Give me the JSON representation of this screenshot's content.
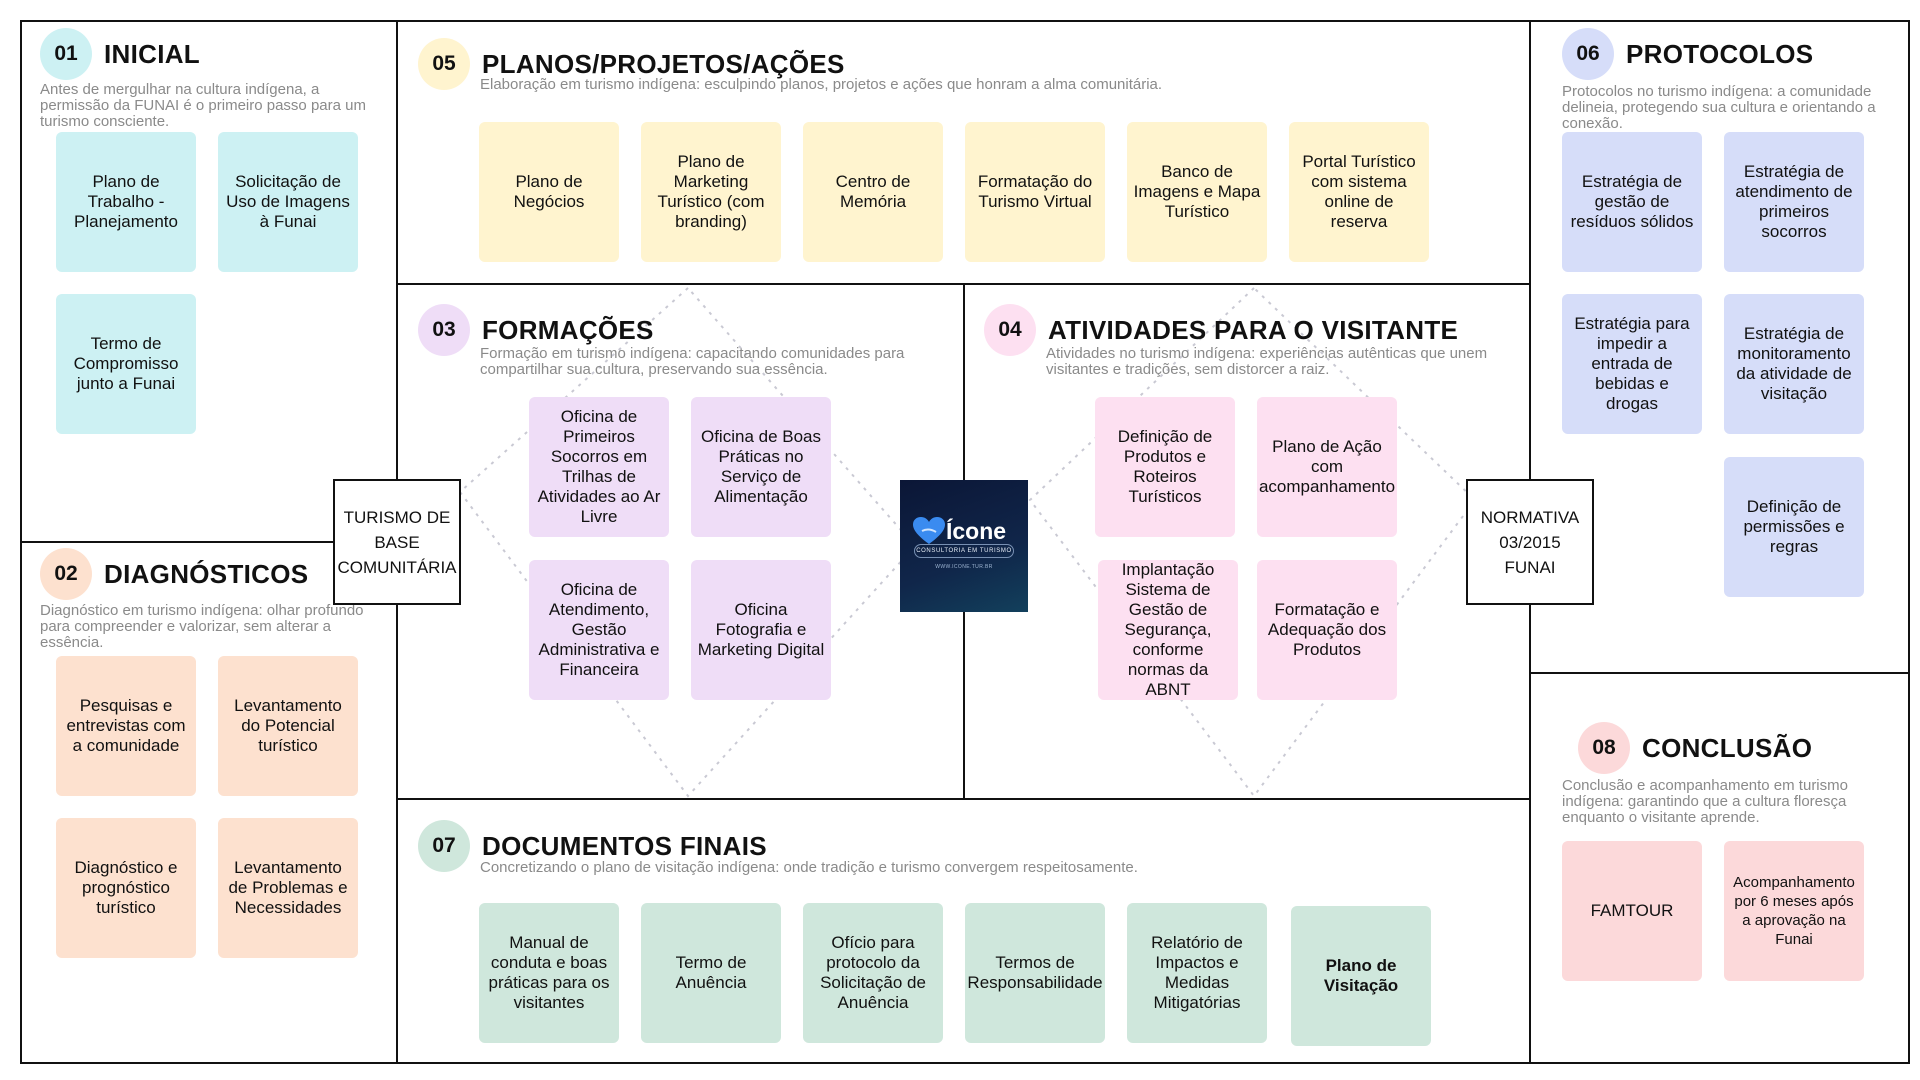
{
  "colors": {
    "cyan": "#cdf1f3",
    "peach": "#fde1cf",
    "yellow": "#fff4cf",
    "lilac": "#efddf7",
    "pink": "#fde0f1",
    "blue": "#d6ddf9",
    "green": "#cfe7dc",
    "red": "#fcd9da",
    "border": "#111111",
    "desc_text": "#8a8a8a"
  },
  "sections": {
    "inicial": {
      "num": "01",
      "title": "INICIAL",
      "desc": "Antes de mergulhar na cultura indígena, a permissão da FUNAI é o primeiro passo para um turismo consciente.",
      "cards": [
        "Plano de Trabalho - Planejamento",
        "Solicitação de Uso de Imagens à Funai",
        "Termo de Compromisso junto a Funai"
      ]
    },
    "diagnosticos": {
      "num": "02",
      "title": "DIAGNÓSTICOS",
      "desc": "Diagnóstico em turismo indígena: olhar profundo para compreender e valorizar, sem alterar a essência.",
      "cards": [
        "Pesquisas e entrevistas com a comunidade",
        "Levantamento do Potencial turístico",
        "Diagnóstico e prognóstico turístico",
        "Levantamento de Problemas e Necessidades"
      ]
    },
    "formacoes": {
      "num": "03",
      "title": "FORMAÇÕES",
      "desc": "Formação em turismo indígena: capacitando comunidades para compartilhar sua cultura, preservando sua essência.",
      "cards": [
        "Oficina de Primeiros Socorros em Trilhas de Atividades ao Ar Livre",
        "Oficina de Boas Práticas no Serviço de Alimentação",
        "Oficina de Atendimento, Gestão Administrativa e Financeira",
        "Oficina Fotografia e Marketing Digital"
      ]
    },
    "atividades": {
      "num": "04",
      "title": "ATIVIDADES PARA O VISITANTE",
      "desc": "Atividades no turismo indígena: experiências autênticas que unem visitantes e tradições, sem distorcer a raiz.",
      "cards": [
        "Definição de Produtos e Roteiros Turísticos",
        "Plano de Ação com acompanhamento",
        "Implantação Sistema de Gestão de Segurança, conforme normas da ABNT",
        "Formatação e Adequação dos Produtos"
      ]
    },
    "planos": {
      "num": "05",
      "title": "PLANOS/PROJETOS/AÇÕES",
      "desc": "Elaboração em turismo indígena: esculpindo planos, projetos e ações que honram a alma comunitária.",
      "cards": [
        "Plano de Negócios",
        "Plano de Marketing Turístico (com branding)",
        "Centro de Memória",
        "Formatação do Turismo Virtual",
        "Banco de Imagens e Mapa Turístico",
        "Portal Turístico com sistema online de reserva"
      ]
    },
    "protocolos": {
      "num": "06",
      "title": "PROTOCOLOS",
      "desc": "Protocolos no turismo indígena: a comunidade delineia, protegendo sua cultura e orientando a conexão.",
      "cards": [
        "Estratégia de gestão de resíduos sólidos",
        "Estratégia de atendimento de primeiros socorros",
        "Estratégia para impedir a entrada de bebidas e drogas",
        "Estratégia de monitoramento da atividade de visitação",
        "Definição de permissões e regras"
      ]
    },
    "documentos": {
      "num": "07",
      "title": "DOCUMENTOS FINAIS",
      "desc": "Concretizando o plano de visitação indígena: onde tradição e turismo convergem respeitosamente.",
      "cards": [
        "Manual de conduta e boas práticas para os visitantes",
        "Termo de Anuência",
        "Ofício para protocolo da Solicitação de Anuência",
        "Termos de Responsabilidade",
        "Relatório de Impactos e Medidas Mitigatórias",
        "Plano de Visitação"
      ]
    },
    "conclusao": {
      "num": "08",
      "title": "CONCLUSÃO",
      "desc": "Conclusão e acompanhamento em turismo indígena: garantindo que a cultura floresça enquanto o visitante aprende.",
      "cards": [
        "FAMTOUR",
        "Acompanhamento por 6 meses após a aprovação na Funai"
      ]
    }
  },
  "labels": {
    "turismo": "TURISMO DE BASE COMUNITÁRIA",
    "normativa": "NORMATIVA 03/2015 FUNAI"
  },
  "logo": {
    "name": "Ícone",
    "subtitle": "CONSULTORIA EM TURISMO",
    "url": "WWW.ICONE.TUR.BR"
  }
}
